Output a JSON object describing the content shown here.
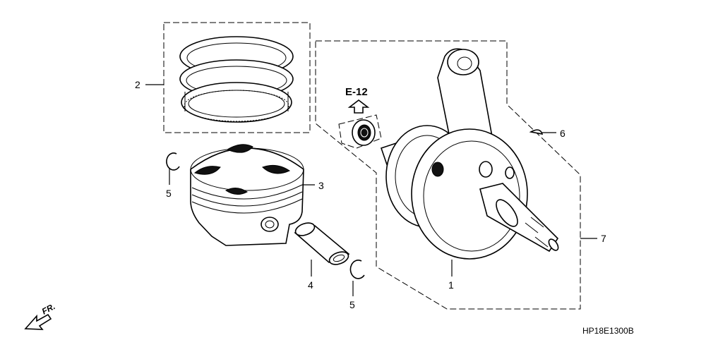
{
  "diagram": {
    "part_numbers": [
      "1",
      "2",
      "3",
      "4",
      "5",
      "5",
      "6",
      "7"
    ],
    "reference_code": "E-12",
    "direction_label": "FR.",
    "drawing_code": "HP18E1300B"
  },
  "parts": {
    "crankshaft": "1",
    "piston_ring_set": "2",
    "piston": "3",
    "piston_pin": "4",
    "pin_clip_left": "5",
    "pin_clip_right": "5",
    "woodruff_key": "6",
    "crankshaft_assembly": "7"
  },
  "colors": {
    "line": "#000000",
    "background": "#ffffff"
  }
}
